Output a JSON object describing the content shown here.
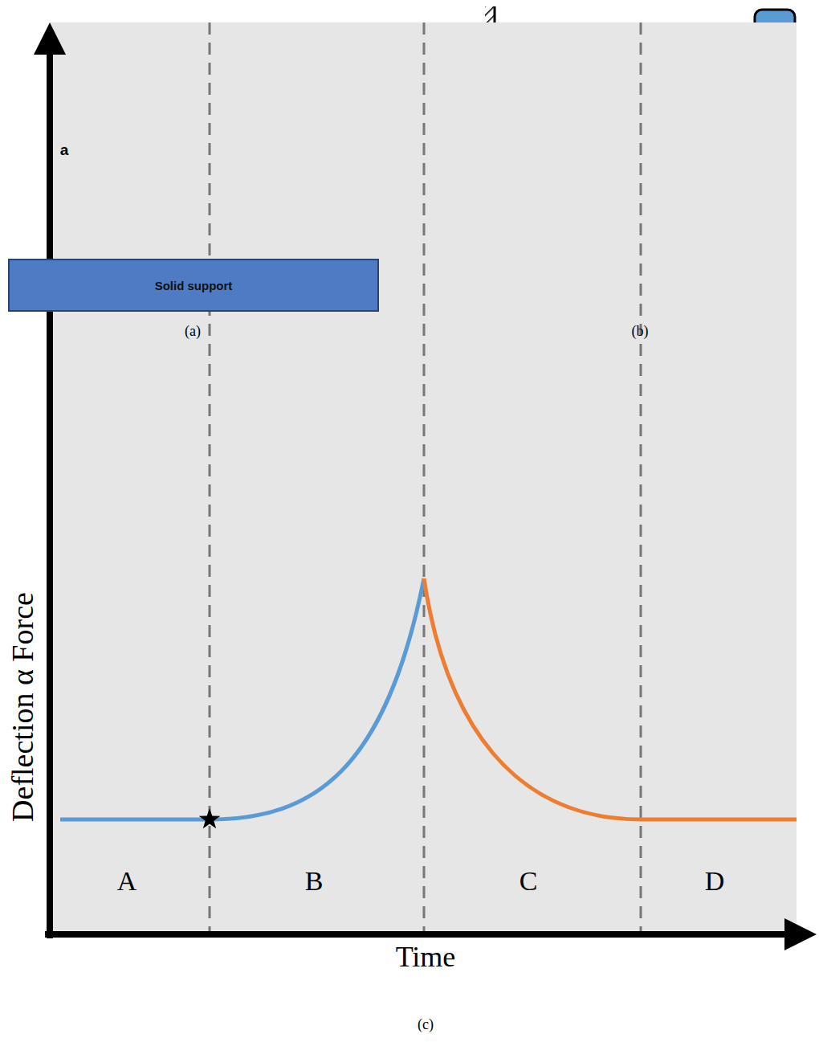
{
  "diagram": {
    "nodes": [
      {
        "text": [
          "Solid support"
        ]
      }
    ],
    "labels": [
      "a",
      "(a)",
      "(b)",
      "Deflection α Force",
      "A",
      "B",
      "C",
      "D",
      "Time",
      "(c)"
    ]
  }
}
